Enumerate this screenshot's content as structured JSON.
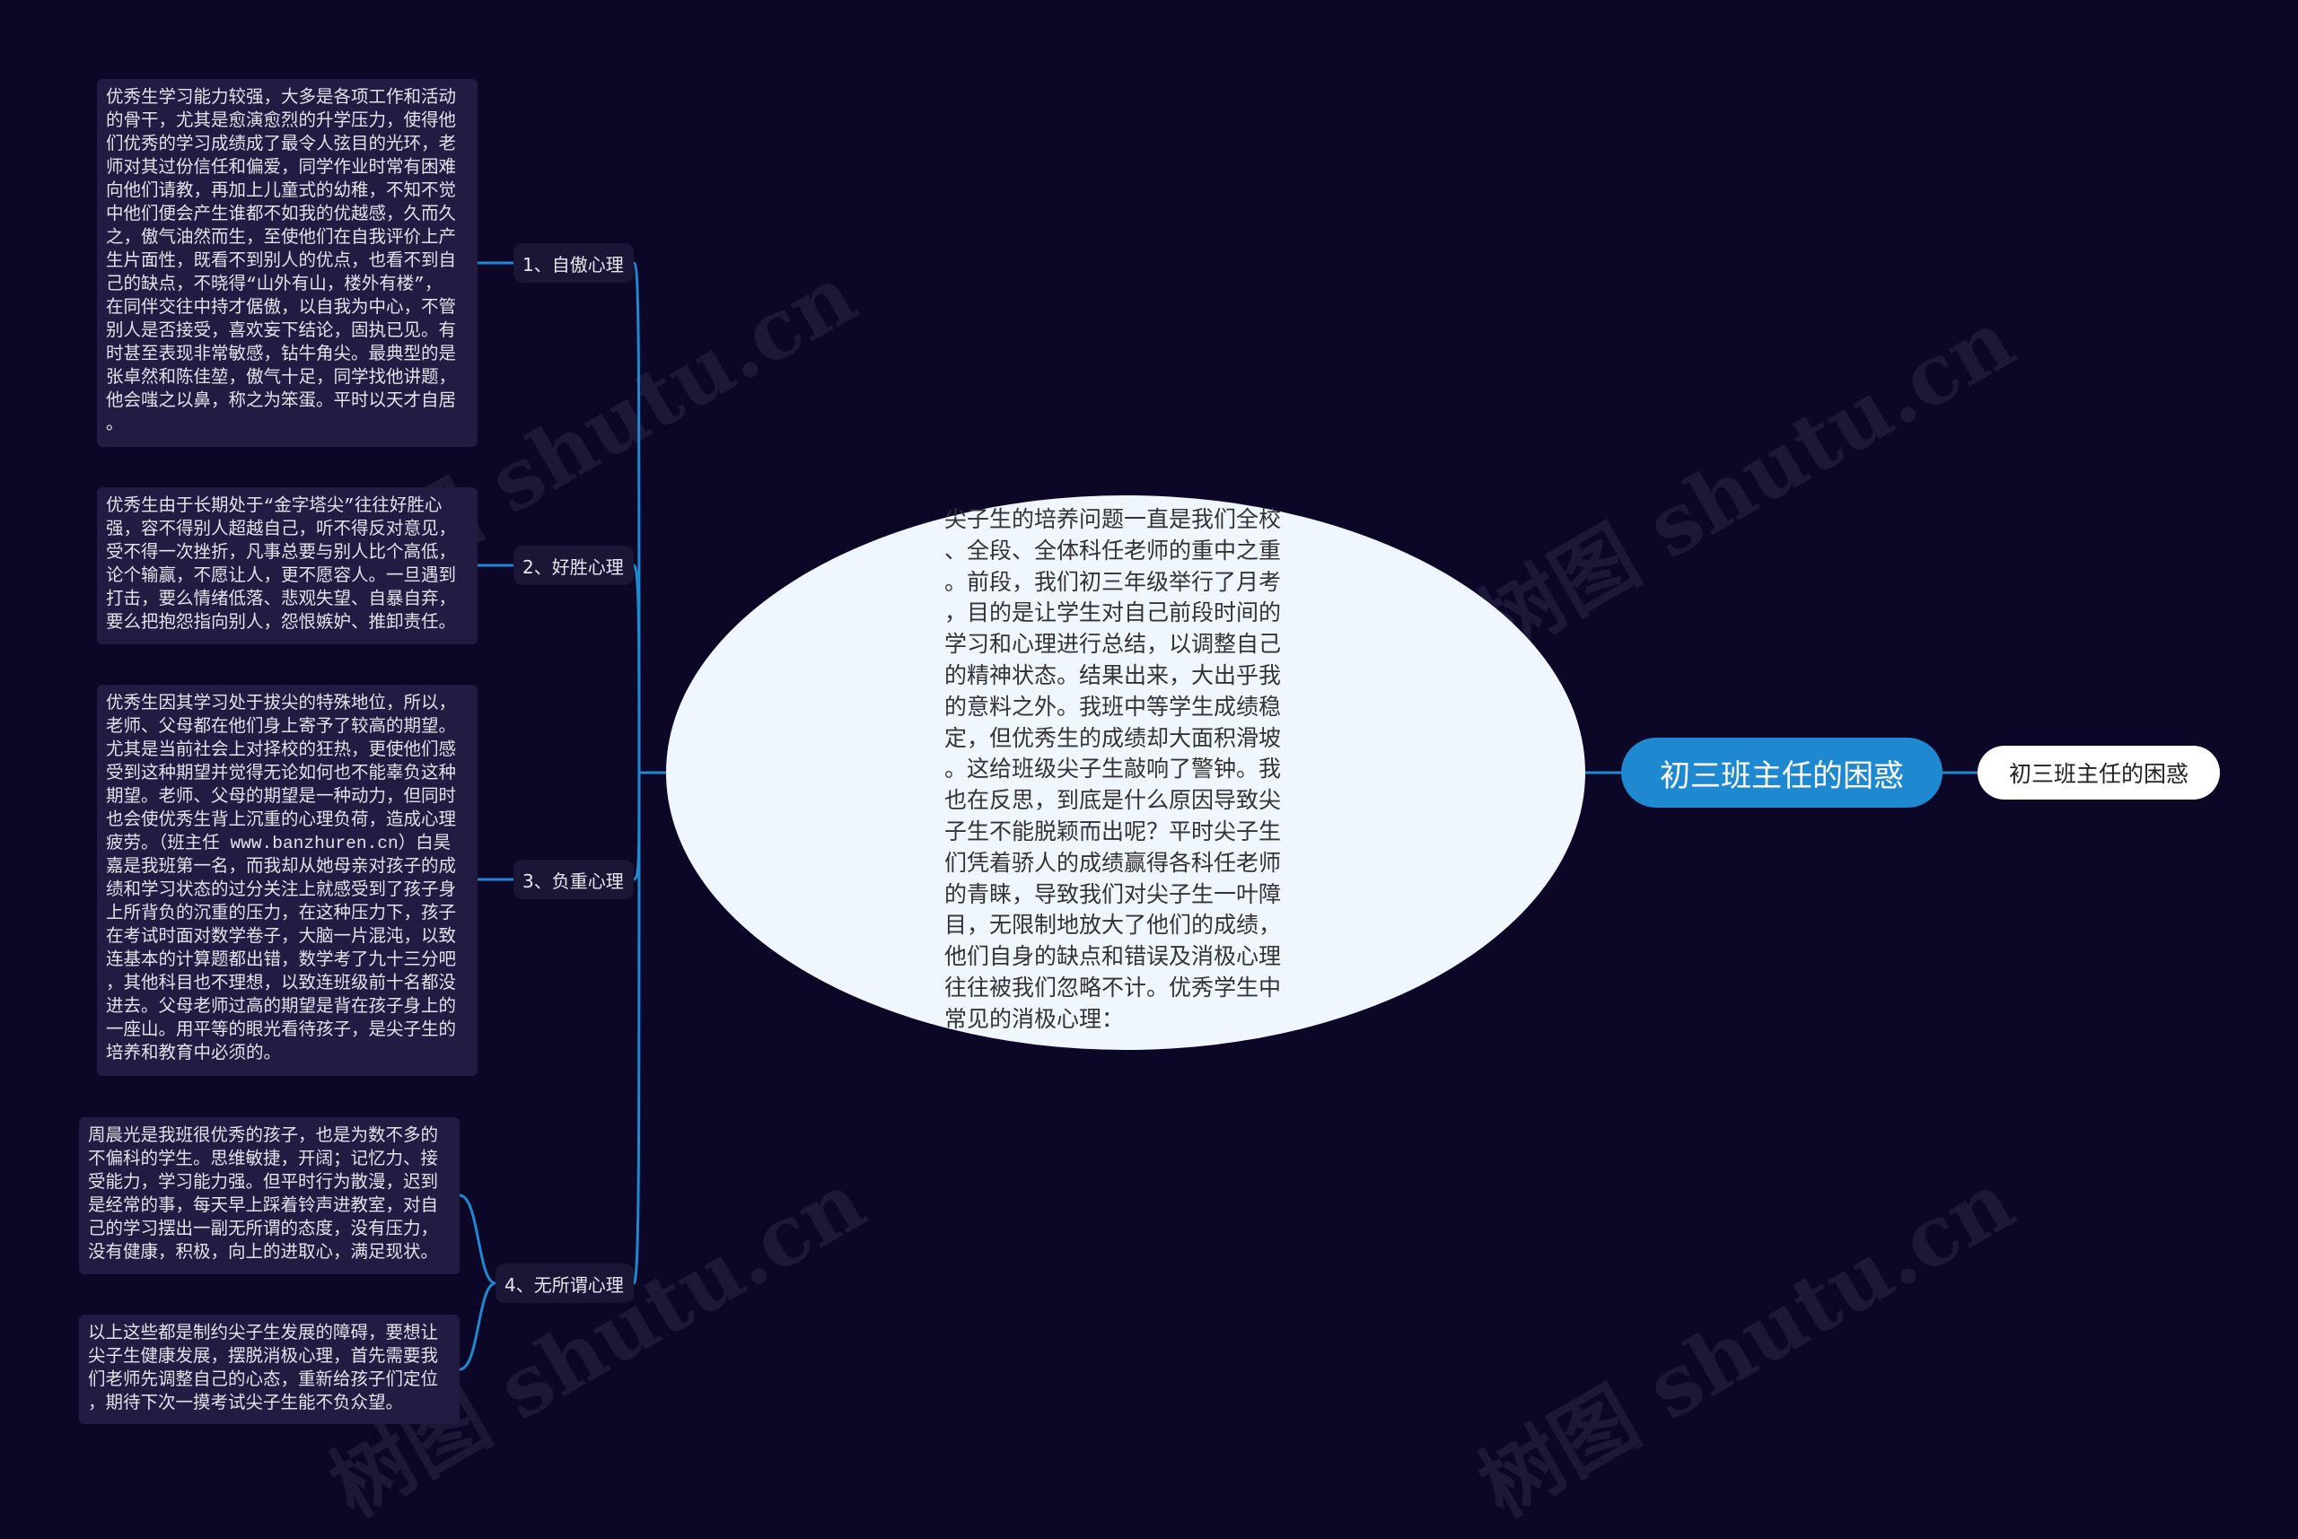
{
  "watermark": "树图 shutu.cn",
  "root": {
    "label": "初三班主任的困惑"
  },
  "title_tag": {
    "label": "初三班主任的困惑"
  },
  "center": {
    "text": "尖子生的培养问题一直是我们全校\n、全段、全体科任老师的重中之重\n。前段，我们初三年级举行了月考\n，目的是让学生对自己前段时间的\n学习和心理进行总结，以调整自己\n的精神状态。结果出来，大出乎我\n的意料之外。我班中等学生成绩稳\n定，但优秀生的成绩却大面积滑坡\n。这给班级尖子生敲响了警钟。我\n也在反思，到底是什么原因导致尖\n子生不能脱颖而出呢？平时尖子生\n们凭着骄人的成绩赢得各科任老师\n的青睐，导致我们对尖子生一叶障\n目，无限制地放大了他们的成绩，\n他们自身的缺点和错误及消极心理\n往往被我们忽略不计。优秀学生中\n常见的消极心理："
  },
  "categories": [
    {
      "label": "1、自傲心理"
    },
    {
      "label": "2、好胜心理"
    },
    {
      "label": "3、负重心理"
    },
    {
      "label": "4、无所谓心理"
    }
  ],
  "leaves": [
    {
      "text": "优秀生学习能力较强，大多是各项工作和活动\n的骨干，尤其是愈演愈烈的升学压力，使得他\n们优秀的学习成绩成了最令人弦目的光环，老\n师对其过份信任和偏爱，同学作业时常有困难\n向他们请教，再加上儿童式的幼稚，不知不觉\n中他们便会产生谁都不如我的优越感，久而久\n之，傲气油然而生，至使他们在自我评价上产\n生片面性，既看不到别人的优点，也看不到自\n己的缺点，不晓得“山外有山，楼外有楼”，\n在同伴交往中持才倨傲，以自我为中心，不管\n别人是否接受，喜欢妄下结论，固执已见。有\n时甚至表现非常敏感，钻牛角尖。最典型的是\n张卓然和陈佳堃，傲气十足，同学找他讲题，\n他会嗤之以鼻，称之为笨蛋。平时以天才自居\n。"
    },
    {
      "text": "优秀生由于长期处于“金字塔尖”往往好胜心\n强，容不得别人超越自己，听不得反对意见，\n受不得一次挫折，凡事总要与别人比个高低，\n论个输赢，不愿让人，更不愿容人。一旦遇到\n打击，要么情绪低落、悲观失望、自暴自弃，\n要么把抱怨指向别人，怨恨嫉妒、推卸责任。"
    },
    {
      "text": "优秀生因其学习处于拔尖的特殊地位，所以，\n老师、父母都在他们身上寄予了较高的期望。\n尤其是当前社会上对择校的狂热，更使他们感\n受到这种期望并觉得无论如何也不能辜负这种\n期望。老师、父母的期望是一种动力，但同时\n也会使优秀生背上沉重的心理负荷，造成心理\n疲劳。（班主任 www.banzhuren.cn）白昊\n嘉是我班第一名，而我却从她母亲对孩子的成\n绩和学习状态的过分关注上就感受到了孩子身\n上所背负的沉重的压力，在这种压力下，孩子\n在考试时面对数学卷子，大脑一片混沌，以致\n连基本的计算题都出错，数学考了九十三分吧\n，其他科目也不理想，以致连班级前十名都没\n进去。父母老师过高的期望是背在孩子身上的\n一座山。用平等的眼光看待孩子，是尖子生的\n培养和教育中必须的。"
    },
    {
      "text": "周晨光是我班很优秀的孩子，也是为数不多的\n不偏科的学生。思维敏捷，开阔；记忆力、接\n受能力，学习能力强。但平时行为散漫，迟到\n是经常的事，每天早上踩着铃声进教室，对自\n己的学习摆出一副无所谓的态度，没有压力，\n没有健康，积极，向上的进取心，满足现状。"
    },
    {
      "text": "以上这些都是制约尖子生发展的障碍，要想让\n尖子生健康发展，摆脱消极心理，首先需要我\n们老师先调整自己的心态，重新给孩子们定位\n，期待下次一摸考试尖子生能不负众望。"
    }
  ],
  "colors": {
    "background": "#0c0627",
    "link": "#1e88d1",
    "root": "#1e88d1",
    "center_bg": "#f0f6fe",
    "category_bg": "#1b1536",
    "leaf_bg": "#221b42"
  }
}
